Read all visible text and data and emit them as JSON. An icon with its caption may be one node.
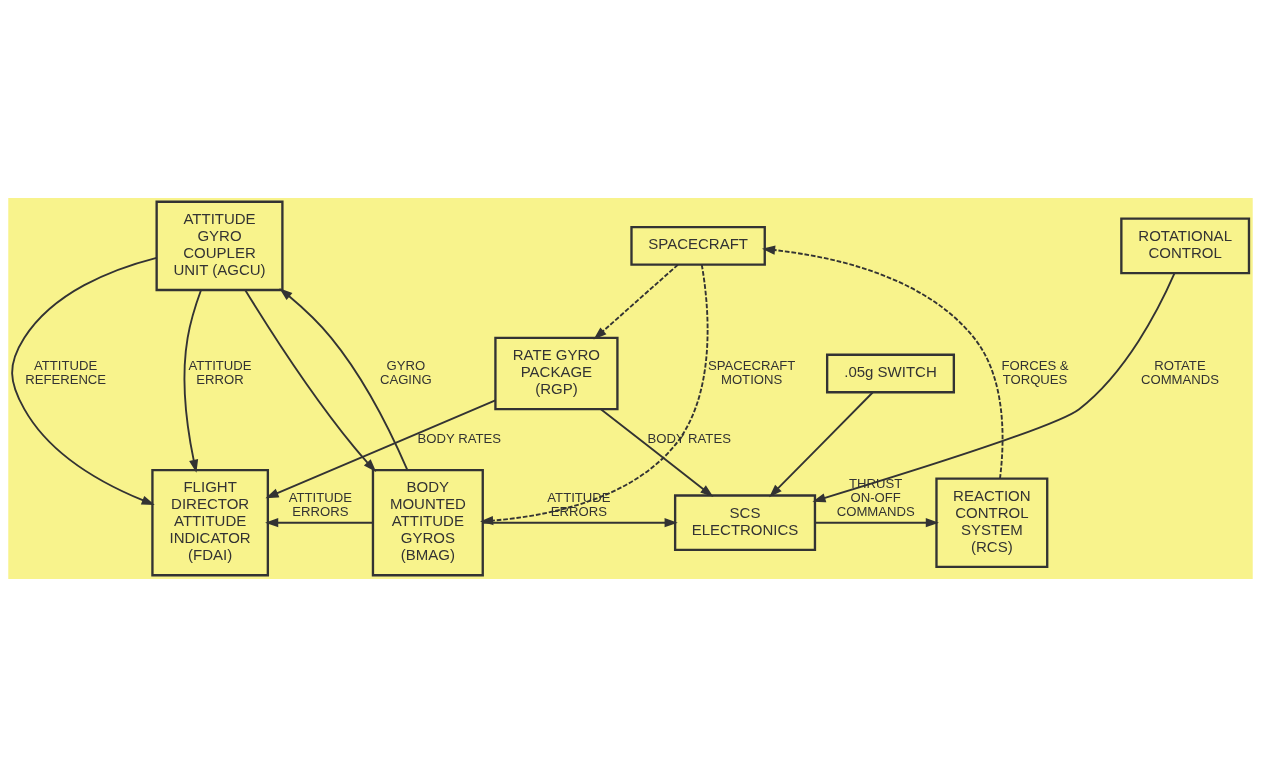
{
  "diagram": {
    "nodes": [
      {
        "text": [
          "ATTITUDE GYRO COUPLER UNIT (AGCU)"
        ]
      },
      {
        "text": [
          "ROTATIONAL CONTROL"
        ]
      },
      {
        "text": [
          "SPACECRAFT"
        ]
      },
      {
        "text": [
          "FLIGHT DIRECTOR ATTITUDE INDICATOR (FDAI)"
        ]
      },
      {
        "text": [
          "BODY MOUNTED ATTITUDE GYROS (BMAG)"
        ]
      },
      {
        "text": [
          "SCS ELECTRONICS"
        ]
      },
      {
        "text": [
          "REACTION CONTROL SYSTEM (RCS)"
        ]
      },
      {
        "text": [
          "RATE GYRO PACKAGE (RGP)"
        ]
      },
      {
        "text": [
          ".05g SWITCH"
        ]
      }
    ],
    "edges": [
      {
        "from": 0,
        "to": 3,
        "arrow": "to",
        "label": "ATTITUDE REFERENCE"
      },
      {
        "from": 0,
        "to": 3,
        "arrow": "to",
        "label": "ATTITUDE ERROR"
      },
      {
        "from": 0,
        "to": 4,
        "arrow": "to"
      },
      {
        "from": 4,
        "to": 0,
        "arrow": "to",
        "label": "GYRO CAGING"
      },
      {
        "from": 1,
        "to": 5,
        "arrow": "to",
        "label": "ROTATE COMMANDS"
      },
      {
        "from": 4,
        "to": 3,
        "arrow": "to",
        "label": "ATTITUDE ERRORS"
      },
      {
        "from": 4,
        "to": 5,
        "arrow": "to",
        "label": "ATTITUDE ERRORS"
      },
      {
        "from": 5,
        "to": 6,
        "arrow": "to",
        "label": "THRUST ON-OFF COMMANDS"
      },
      {
        "from": 6,
        "to": 2,
        "arrow": "to",
        "style": "dashed",
        "label": "FORCES & TORQUES"
      },
      {
        "from": 2,
        "to": 4,
        "arrow": "to",
        "style": "dashed",
        "label": "SPACECRAFT MOTIONS"
      },
      {
        "from": 2,
        "to": 7,
        "arrow": "to",
        "style": "dashed"
      },
      {
        "from": 7,
        "to": 3,
        "arrow": "to",
        "label": "BODY RATES"
      },
      {
        "from": 7,
        "to": 5,
        "arrow": "to",
        "label": "BODY RATES"
      },
      {
        "from": 8,
        "to": 5,
        "arrow": "to"
      }
    ]
  }
}
